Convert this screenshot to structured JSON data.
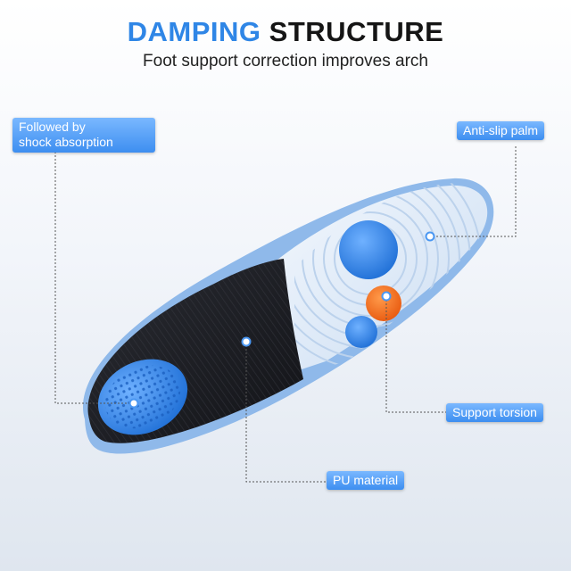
{
  "header": {
    "title_accent": "DAMPING",
    "title_rest": "STRUCTURE",
    "subtitle": "Foot support correction improves arch"
  },
  "callouts": {
    "shock_line1": "Followed by",
    "shock_line2": "shock absorption",
    "anti_slip": "Anti-slip palm",
    "support_torsion": "Support torsion",
    "pu_material": "PU material"
  },
  "colors": {
    "accent_blue": "#2f86e6",
    "label_blue": "#4a97f2",
    "insole_black": "#1c1d22",
    "insole_light": "#e6f0fb",
    "gel_blue": "#2e7fe0",
    "gel_orange": "#f26b1d"
  }
}
